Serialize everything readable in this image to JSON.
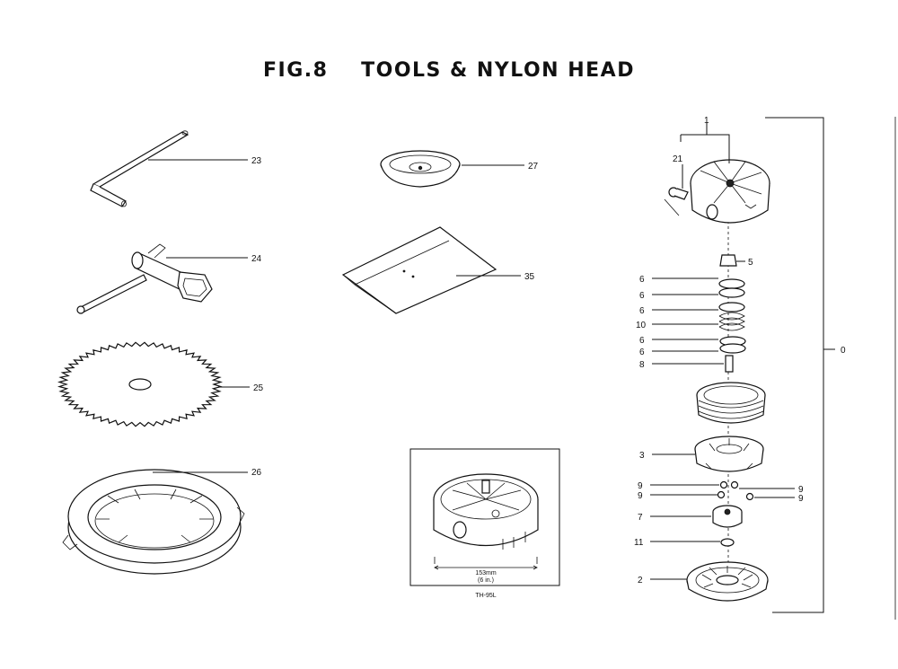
{
  "title": {
    "fig": "FIG.8",
    "name": "TOOLS & NYLON HEAD"
  },
  "labels": {
    "p23": "23",
    "p24": "24",
    "p25": "25",
    "p26": "26",
    "p27": "27",
    "p35": "35",
    "p1": "1",
    "p21": "21",
    "p5": "5",
    "p6a": "6",
    "p6b": "6",
    "p6c": "6",
    "p10": "10",
    "p6d": "6",
    "p6e": "6",
    "p8": "8",
    "p3": "3",
    "p9a": "9",
    "p9b": "9",
    "p9c": "9",
    "p9d": "9",
    "p7": "7",
    "p11": "11",
    "p2": "2",
    "p0": "0"
  },
  "inset": {
    "dimension": "153mm",
    "dimension_in": "(6 in.)",
    "model": "TH-95L"
  }
}
